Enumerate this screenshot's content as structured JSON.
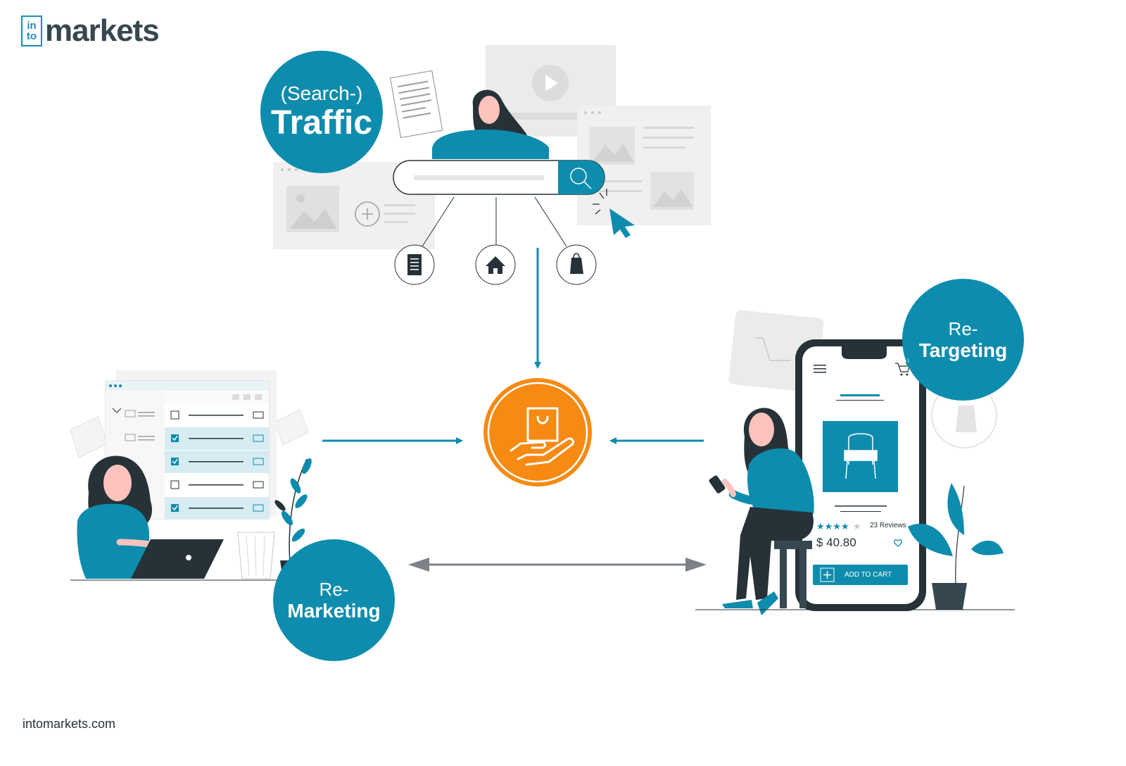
{
  "logo": {
    "box_line1": "in",
    "box_line2": "to",
    "word": "markets"
  },
  "footer": {
    "url": "intomarkets.com"
  },
  "traffic": {
    "line1": "(Search-)",
    "line2": "Traffic"
  },
  "retargeting": {
    "line1": "Re-",
    "line2": "Targeting"
  },
  "remarketing": {
    "line1": "Re-",
    "line2": "Marketing"
  },
  "phone": {
    "reviews": "23 Reviews",
    "price": "$ 40.80",
    "cart_button": "ADD TO CART",
    "cart_badge": "1"
  },
  "icons": [
    "document-icon",
    "home-icon",
    "shopping-bag-icon",
    "search-icon",
    "cursor-icon",
    "hand-holding-bag-icon",
    "chair-icon",
    "heart-icon",
    "cart-icon",
    "menu-icon",
    "plus-icon",
    "play-icon"
  ],
  "colors": {
    "primary": "#0e8cad",
    "accent": "#f68a13",
    "dark": "#263238",
    "light_gray": "#ebebeb",
    "arrow_gray": "#7c8287"
  }
}
